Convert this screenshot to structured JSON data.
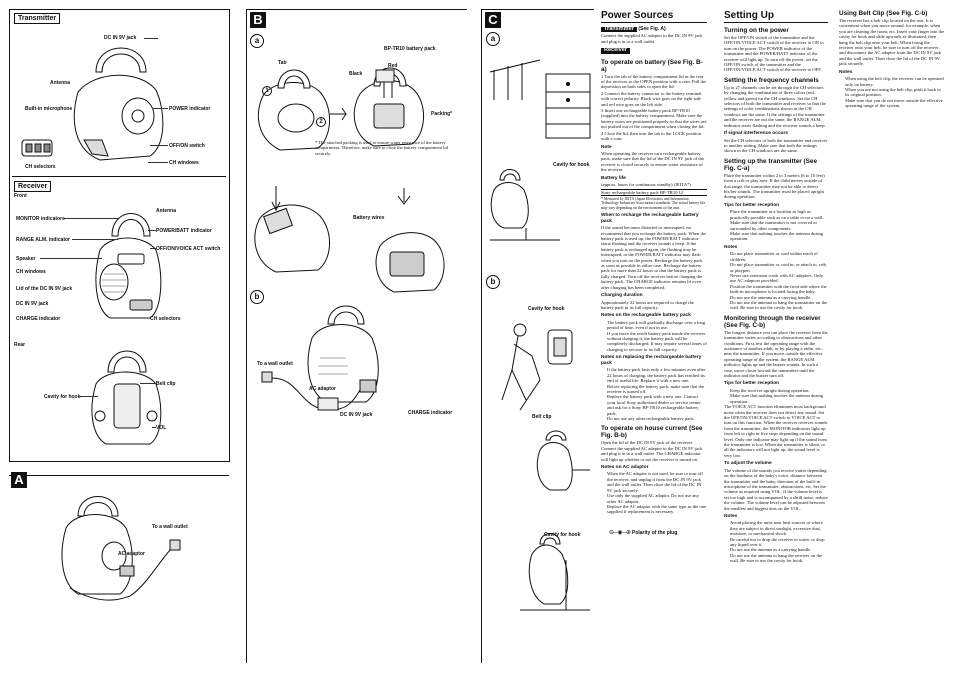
{
  "panel_left": {
    "transmitter_tag": "Transmitter",
    "transmitter_labels": [
      "DC IN 9V jack",
      "Antenna",
      "Built-in microphone",
      "POWER indicator",
      "OFF/ON switch",
      "CH windows",
      "CH selectors"
    ],
    "receiver_tag": "Receiver",
    "front_label": "Front",
    "receiver_labels": [
      "Antenna",
      "MONITOR indicators",
      "POWER/BATT indicator",
      "RANGE ALM. indicator",
      "OFF/ON/VOICE ACT switch",
      "Speaker",
      "CH windows",
      "Lid of the DC IN 9V jack",
      "DC IN 9V jack",
      "CHARGE indicator",
      "CH selectors"
    ],
    "rear_label": "Rear",
    "rear_labels": [
      "Belt clip",
      "Cavity for hook",
      "VOL"
    ]
  },
  "panel_A": {
    "letter": "A",
    "labels": [
      "To a wall outlet",
      "AC adaptor"
    ]
  },
  "panel_B": {
    "letter": "B",
    "sub_a": "a",
    "sub_b": "b",
    "labels_a": [
      "BP-TR10 battery pack",
      "Tab",
      "Black",
      "Red",
      "Packing*",
      "Battery wires"
    ],
    "step1": "1",
    "step2": "2",
    "footnote": "*  The attached packing is used to ensure water resistance of the battery compartment. Therefore, make sure to close the battery compartment lid securely.",
    "labels_b": [
      "To a wall outlet",
      "AC adaptor",
      "DC IN 9V jack",
      "CHARGE indicator"
    ]
  },
  "panel_C": {
    "letter": "C",
    "sub_a": "a",
    "sub_b": "b",
    "labels": [
      "Cavity for hook",
      "Cavity for hook",
      "Belt clip",
      "Cavity for hook",
      "Polarity of the plug"
    ]
  },
  "col1": {
    "title": "Power Sources",
    "tx_head": "Transmitter",
    "tx_ref": " (See Fig. A)",
    "tx_body": "Connect the supplied AC adaptor to the DC IN 9V jack and plug it in to a wall outlet.",
    "rx_head": "Receiver",
    "h_battery": "To operate on battery (See Fig. B-a)",
    "steps": [
      "1  Turn the tab of the battery compartment lid in the rear of the receiver to the OPEN position with a coin. Pull the depression on both sides to open the lid.",
      "2  Connect the battery connector to the battery terminal with correct polarity. Black wire goes on the right side and red wire goes on the left side.",
      "3  Insert one rechargeable battery pack BP-TR10 (supplied) into the battery compartment. Make sure the battery wires are positioned properly so that the wires are not pushed out of the compartment when closing the lid.",
      "4  Close the lid, then turn the tab to the LOCK position with a coin."
    ],
    "note_head": "Note",
    "note_body": "When operating the receiver on a rechargeable battery pack, make sure that the lid of the DC IN 9V jack of the receiver is closed securely to ensure water resistance of the receiver.",
    "life_head": "Battery life",
    "life_sub": "(approx. hours for continuous standby) (JEITA*)",
    "life_row": "Sony rechargeable battery pack BP-TR10        12",
    "life_note": "* Measured by JEITA (Japan Electronics and Information Technology Industries Association) standards. The actual battery life may vary depending on the environment of the unit.",
    "charge_head": "When to recharge the rechargeable battery pack",
    "charge_body": "If the sound becomes distorted or interrupted, we recommend that you recharge the battery pack. When the battery pack is used up, the POWER/BATT indicator starts flashing and the receiver sounds a beep. If the battery pack is recharged again, the flashing may be interrupted, or the POWER/BATT indicator may flash when you turn on the power. Recharge the battery pack as soon as possible in either case. Recharge the battery pack for more than 22 hours so that the battery pack is fully charged. Turn off the receiver before charging the battery pack. The CHARGE indicator remains lit even after charging has been completed.",
    "dur_head": "Charging duration",
    "dur_body": "Approximately 22 hours are required to charge the battery pack in its full capacity.",
    "notes_rb_head": "Notes on the rechargeable battery pack",
    "notes_rb": [
      "The battery pack will gradually discharge over a long period of time, even if not in use.",
      "If you leave the result battery pack inside the receiver without charging it, the battery pack will be completely discharged. It may require several times of charging to recover to its full capacity."
    ],
    "notes_rp_head": "Notes on replacing the rechargeable battery pack",
    "notes_rp": [
      "If the battery pack lasts only a few minutes even after 22 hours of charging, the battery pack has reached its end of useful life. Replace it with a new one.",
      "Before replacing the battery pack, make sure that the receiver is turned off.",
      "Replace the battery pack with a new one. Contact your local Sony authorized dealer or service center and ask for a Sony BP-TR10 rechargeable battery pack.",
      "Do not use any other rechargeable battery pack."
    ],
    "h_house": "To operate on house current (See Fig. B-b)",
    "house_body": "Open the lid of the DC IN 9V jack of the receiver. Connect the supplied AC adaptor to the DC IN 9V jack and plug it in to a wall outlet. The CHARGE indicator will light up whether or not the receiver is turned on.",
    "ac_head": "Notes on AC adaptor",
    "ac_notes": [
      "When the AC adaptor is not used, be sure to turn off the receiver, and unplug it from the DC IN 9V jack and the wall outlet. Then close the lid of the DC IN 9V jack securely.",
      "Use only the supplied AC adaptor. Do not use any other AC adaptor.",
      "Replace the AC adaptor with the same type as the one supplied if replacement is necessary."
    ]
  },
  "col2": {
    "title": "Setting Up",
    "h_turn": "Turning on the power",
    "turn_body": "Set the OFF/ON switch of the transmitter and the OFF/ON/VOICE ACT switch of the receiver to ON to turn on the power. The POWER indicator of the transmitter and the POWER/BATT indicator of the receiver will light up. To turn off the power, set the OFF/ON switch of the transmitter and the OFF/ON/VOICE ACT switch of the receiver to OFF.",
    "h_freq": "Setting the frequency channels",
    "freq_body": "Up to 27 channels can be set through the CH selectors by changing the combination of three colors (red, yellow and green) on the CH windows. Set the CH selectors of both the transmitter and receiver so that the settings of color combinations shown in the CH windows are the same. If the settings of the transmitter and the receiver are not the same, the RANGE ALM. indicator starts flashing and the receiver sounds a beep.",
    "interf_head": "If signal interference occurs",
    "interf_body": "Set the CH selectors of both the transmitter and receiver to another setting. Make sure that both the settings shown in the CH windows are the same.",
    "h_setup": "Setting up the transmitter (See Fig. C-a)",
    "setup_body": "Place the transmitter within 2 to 3 meters (6 to 10 feet) from a crib or play area. If the child moves outside of this range, the transmitter may not be able to detect his/her sounds. The transmitter must be placed upright during operation.",
    "tips_head": "Tips for better reception",
    "tips": [
      "Place the transmitter at a location as high as practically possible such as on a table or on a wall.",
      "Make sure that the transmitter is not covered or surrounded by other components.",
      "Make sure that nothing touches the antenna during operation."
    ],
    "notes_head": "Notes",
    "notes": [
      "Do not place transmitter or cord within reach of children.",
      "Do not place transmitter or cord in, or attach to, crib or playpen.",
      "Never use extension cords with AC adaptors. Only use AC adaptors provided.",
      "Position the transmitter with the front side where the built-in microphone is located facing the baby.",
      "Do not use the antenna as a carrying handle.",
      "Do not use the antenna to hang the transmitter on the wall. Be sure to use the cavity for hook."
    ],
    "h_monitor": "Monitoring through the receiver (See Fig. C-b)",
    "monitor_body": "The longest distance you can place the receiver from the transmitter varies according to obstructions and other conditions. First, test the operating range with the assistance of another adult, or by playing a radio, etc., near the transmitter. If you move outside the effective operating range of the system, the RANGE ALM. indicator lights up and the buzzer sounds. In such a case, move closer toward the transmitter until the indicator and the buzzer turn off.",
    "tips2_head": "Tips for better reception",
    "tips2": [
      "Keep the receiver upright during operation.",
      "Make sure that nothing touches the antenna during operation."
    ],
    "voice_body": "The VOICE ACT function eliminates most background noise when the receiver does not detect any sound. Set the OFF/ON/VOICE ACT switch to VOICE ACT to turn on this function. When the receiver receives sounds from the transmitter, the MONITOR indicators light up from left to right in five steps depending on the sound level. Only one indicator may light up if the sound from the transmitter is low. When the transmitter is silent, or all the indicators will not light up, the sound level is very low.",
    "vol_head": "To adjust the volume",
    "vol_body": "The volume of the sounds you receive varies depending on the loudness of the baby's voice, distance between the transmitter and the baby, direction of the built-in microphone of the transmitter, obstructions, etc. Set the volume as required using VOL. If the volume level is set too high and is accompanied by a shrill noise, reduce the volume. The volume level can be adjusted between the smallest and biggest dots on the VOL.",
    "notes2_head": "Notes",
    "notes2": [
      "Avoid placing the units near heat sources or where they are subject to direct sunlight, excessive dust, moisture, or mechanical shock.",
      "Be careful not to drop the receiver in water, or drop any liquid over it.",
      "Do not use the antenna as a carrying handle.",
      "Do not use the antenna to hang the receiver on the wall. Be sure to use the cavity for hook."
    ]
  },
  "col3": {
    "h_belt": "Using Belt Clip (See Fig. C-b)",
    "belt_body": "The receiver has a belt clip located on the rear. It is convenient when you move around, for example, when you are cleaning the room, etc. Insert your finger into the cavity for hook and slide upwards as illustrated, then hang the belt clip onto your belt. When fixing the receiver onto your belt, be sure to turn off the receiver, and disconnect the AC adaptor from the DC IN 9V jack and the wall outlet. Then close the lid of the DC IN 9V jack securely.",
    "notes_head": "Notes",
    "notes": [
      "When using the belt clip, the receiver can be operated only on battery.",
      "When you are not using the belt clip, push it back to its original position.",
      "Make sure that you do not move outside the effective operating range of the system."
    ]
  }
}
